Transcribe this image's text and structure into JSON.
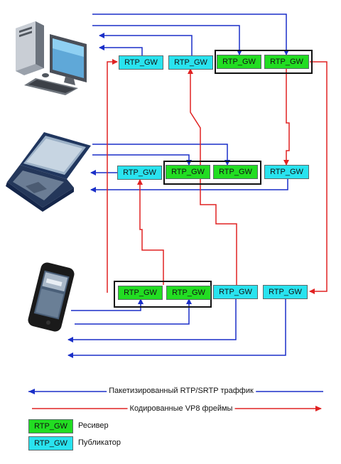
{
  "boxes": {
    "label": "RTP_GW"
  },
  "legend": {
    "blue_line": "Пакетизированный RTP/SRTP траффик",
    "red_line": "Кодированные VP8 фреймы",
    "receiver_label": "Ресивер",
    "publisher_label": "Публикатор",
    "sample_box": "RTP_GW"
  },
  "colors": {
    "rtp_traffic": "#1a2fc8",
    "vp8_frames": "#e02222",
    "receiver": "#22dd22",
    "publisher": "#29e3ef"
  },
  "icons": [
    "desktop-computer-icon",
    "laptop-icon",
    "smartphone-icon"
  ]
}
